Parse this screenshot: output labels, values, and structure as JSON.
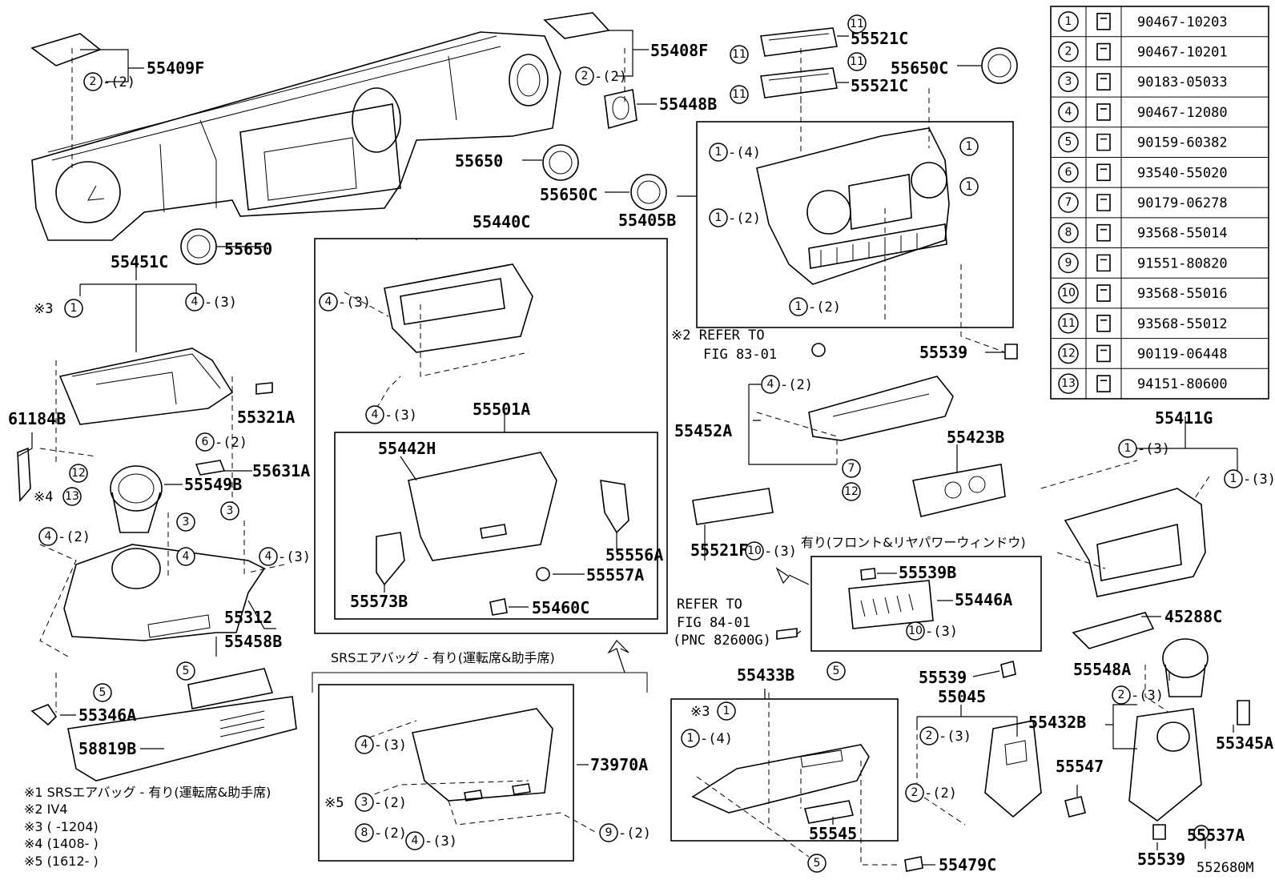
{
  "diagram_id": "552680M",
  "part_labels": {
    "p55409F": "55409F",
    "p55408F": "55408F",
    "p55521C_1": "55521C",
    "p55521C_2": "55521C",
    "p55650C_top": "55650C",
    "p55448B": "55448B",
    "p55650_mid": "55650",
    "p55650C_mid": "55650C",
    "p55405B": "55405B",
    "p55650_low": "55650",
    "p55440C": "55440C",
    "p55451C": "55451C",
    "p61184B": "61184B",
    "p55321A": "55321A",
    "p55631A": "55631A",
    "p55549B": "55549B",
    "p55501A": "55501A",
    "p55442H": "55442H",
    "p55556A": "55556A",
    "p55557A": "55557A",
    "p55573B": "55573B",
    "p55460C": "55460C",
    "p55312": "55312",
    "p55458B": "55458B",
    "p55346A": "55346A",
    "p58819B": "58819B",
    "p73970A": "73970A",
    "p55539_a": "55539",
    "p55452A": "55452A",
    "p55423B": "55423B",
    "p55521F": "55521F",
    "p55539B": "55539B",
    "p55446A": "55446A",
    "p55411G": "55411G",
    "p45288C": "45288C",
    "p55548A": "55548A",
    "p55433B": "55433B",
    "p55545": "55545",
    "p55539_b": "55539",
    "p55045": "55045",
    "p55547": "55547",
    "p55432B": "55432B",
    "p55345A": "55345A",
    "p55537A": "55537A",
    "p55539_c": "55539",
    "p55479C": "55479C"
  },
  "refs": {
    "refer_83_line1": "※2 REFER TO",
    "refer_83_line2": "FIG 83-01",
    "refer_84_line1": "REFER TO",
    "refer_84_line2": "FIG 84-01",
    "refer_84_line3": "(PNC 82600G)",
    "power_window": "有り(フロント&リヤパワーウィンドウ)",
    "srs_title": "SRSエアバッグ - 有り(運転席&助手席)"
  },
  "notes": [
    "※1  SRSエアバッグ - 有り(運転席&助手席)",
    "※2  IV4",
    "※3 (      -1204)",
    "※4 (1408-      )",
    "※5 (1612-      )"
  ],
  "fastener_table": [
    {
      "num": "1",
      "part": "90467-10203"
    },
    {
      "num": "2",
      "part": "90467-10201"
    },
    {
      "num": "3",
      "part": "90183-05033"
    },
    {
      "num": "4",
      "part": "90467-12080"
    },
    {
      "num": "5",
      "part": "90159-60382"
    },
    {
      "num": "6",
      "part": "93540-55020"
    },
    {
      "num": "7",
      "part": "90179-06278"
    },
    {
      "num": "8",
      "part": "93568-55014"
    },
    {
      "num": "9",
      "part": "91551-80820"
    },
    {
      "num": "10",
      "part": "93568-55016"
    },
    {
      "num": "11",
      "part": "93568-55012"
    },
    {
      "num": "12",
      "part": "90119-06448"
    },
    {
      "num": "13",
      "part": "94151-80600"
    }
  ],
  "callouts": {
    "c_55409F": {
      "n": "2",
      "q": "-(2)"
    },
    "c_55408F": {
      "n": "2",
      "q": "-(2)"
    },
    "c_521a": {
      "n": "11"
    },
    "c_521b": {
      "n": "11"
    },
    "c_521c": {
      "n": "11"
    },
    "c_521d": {
      "n": "11"
    },
    "c_405a": {
      "n": "1",
      "q": "-(4)"
    },
    "c_405b": {
      "n": "1",
      "q": "-(2)"
    },
    "c_405c": {
      "n": "1"
    },
    "c_405d": {
      "n": "1"
    },
    "c_405e": {
      "n": "1",
      "q": "-(2)"
    },
    "c_451a": {
      "n": "1",
      "pre": "※3"
    },
    "c_451b": {
      "n": "4",
      "q": "-(3)"
    },
    "c_440a": {
      "n": "4",
      "q": "-(3)"
    },
    "c_440b": {
      "n": "4",
      "q": "-(3)"
    },
    "c_452a": {
      "n": "4",
      "q": "-(2)"
    },
    "c_452b": {
      "n": "7"
    },
    "c_452c": {
      "n": "12"
    },
    "c_6": {
      "n": "6",
      "q": "-(2)"
    },
    "c_12": {
      "n": "12"
    },
    "c_13": {
      "n": "13",
      "pre": "※4"
    },
    "c_312a": {
      "n": "4",
      "q": "-(2)"
    },
    "c_312b": {
      "n": "3"
    },
    "c_312c": {
      "n": "3"
    },
    "c_312d": {
      "n": "4"
    },
    "c_312e": {
      "n": "4",
      "q": "-(3)"
    },
    "c_312f": {
      "n": "5"
    },
    "c_312g": {
      "n": "5"
    },
    "c_411a": {
      "n": "1",
      "q": "-(3)"
    },
    "c_411b": {
      "n": "1",
      "q": "-(3)"
    },
    "c_521F": {
      "n": "10",
      "q": "-(3)"
    },
    "c_446": {
      "n": "10",
      "q": "-(3)"
    },
    "c_433a": {
      "n": "1",
      "pre": "※3"
    },
    "c_433b": {
      "n": "1",
      "q": "-(4)"
    },
    "c_433c": {
      "n": "5"
    },
    "c_433d": {
      "n": "5"
    },
    "c_045a": {
      "n": "2",
      "q": "-(3)"
    },
    "c_045b": {
      "n": "2",
      "q": "-(2)"
    },
    "c_432": {
      "n": "2",
      "q": "-(3)"
    },
    "c_739a": {
      "n": "4",
      "q": "-(3)"
    },
    "c_739b": {
      "n": "3",
      "q": "-(2)",
      "pre": "※5"
    },
    "c_739c": {
      "n": "8",
      "q": "-(2)"
    },
    "c_739d": {
      "n": "4",
      "q": "-(3)"
    },
    "c_739e": {
      "n": "9",
      "q": "-(2)"
    }
  }
}
